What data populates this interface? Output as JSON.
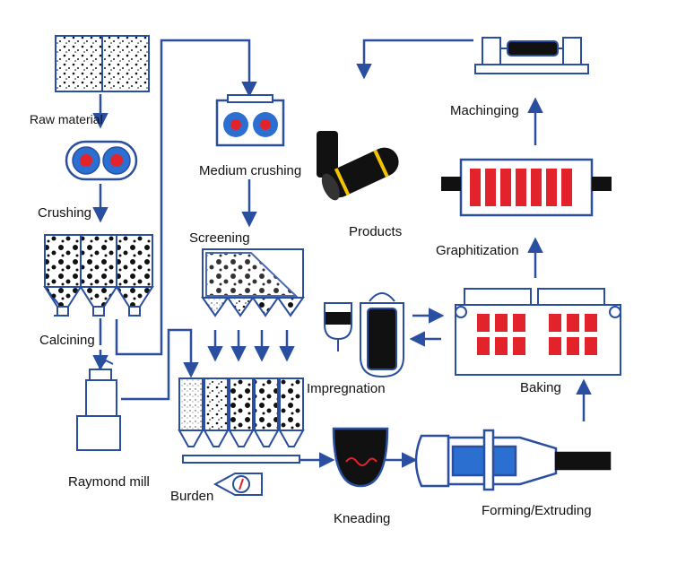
{
  "colors": {
    "line": "#2b4fa0",
    "outline": "#2b4fa0",
    "red": "#e3232b",
    "black": "#111111",
    "yellow": "#f2c400",
    "wall": "#ffffff"
  },
  "labels": {
    "raw_material": "Raw material",
    "crushing": "Crushing",
    "calcining": "Calcining",
    "raymond_mill": "Raymond mill",
    "medium_crushing": "Medium crushing",
    "screening": "Screening",
    "burden": "Burden",
    "kneading": "Kneading",
    "forming_extruding": "Forming/Extruding",
    "products": "Products",
    "impregnation": "Impregnation",
    "baking": "Baking",
    "graphitization": "Graphitization",
    "machining": "Machinging"
  }
}
